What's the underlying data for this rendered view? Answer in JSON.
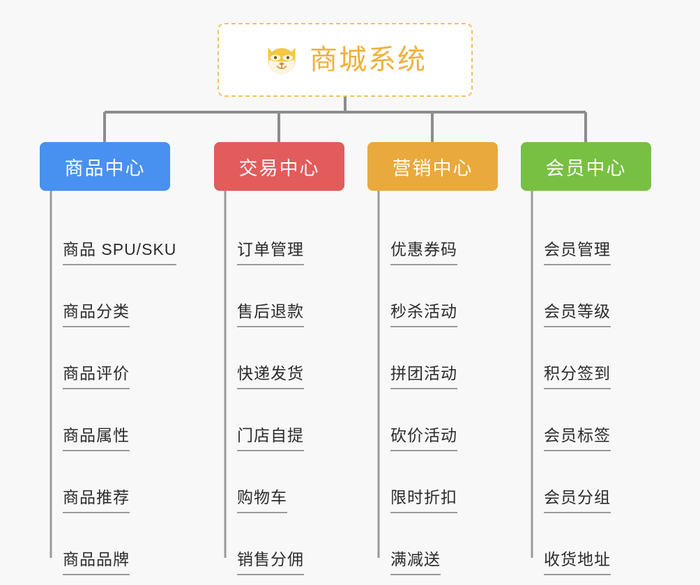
{
  "diagram": {
    "type": "mindmap",
    "background_color": "#f8f8f8",
    "root": {
      "title": "商城系统",
      "icon": "dog-face-emoji",
      "border_color": "#f3c164",
      "text_color": "#f0b03c",
      "fill_color": "#ffffff"
    },
    "connector_color": "#8c8c8c",
    "branches": [
      {
        "label": "商品中心",
        "color": "#4891f0",
        "items": [
          "商品 SPU/SKU",
          "商品分类",
          "商品评价",
          "商品属性",
          "商品推荐",
          "商品品牌"
        ]
      },
      {
        "label": "交易中心",
        "color": "#e25c5c",
        "items": [
          "订单管理",
          "售后退款",
          "快递发货",
          "门店自提",
          "购物车",
          "销售分佣"
        ]
      },
      {
        "label": "营销中心",
        "color": "#eaa93c",
        "items": [
          "优惠券码",
          "秒杀活动",
          "拼团活动",
          "砍价活动",
          "限时折扣",
          "满减送"
        ]
      },
      {
        "label": "会员中心",
        "color": "#77c043",
        "items": [
          "会员管理",
          "会员等级",
          "积分签到",
          "会员标签",
          "会员分组",
          "收货地址"
        ]
      }
    ]
  }
}
